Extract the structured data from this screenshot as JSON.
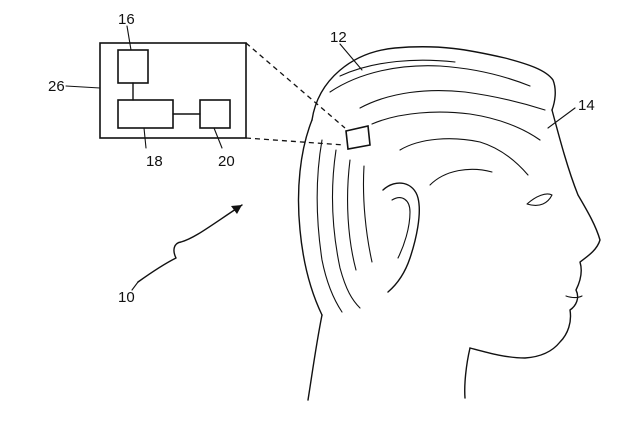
{
  "figure": {
    "labels": {
      "system": "10",
      "device": "12",
      "user_head": "14",
      "module_16": "16",
      "module_18": "18",
      "module_20": "20",
      "housing": "26"
    }
  }
}
